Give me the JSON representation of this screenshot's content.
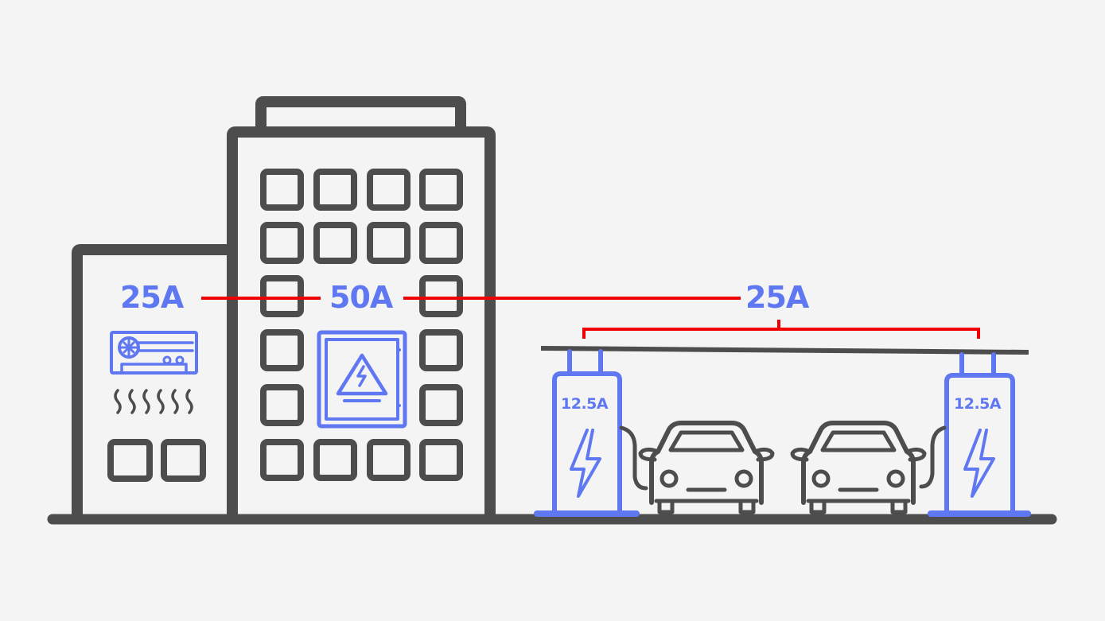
{
  "diagram": {
    "title": "",
    "colors": {
      "background": "#f4f4f4",
      "outline": "#4d4d4d",
      "accent": "#5f78f2",
      "connector": "#f00000"
    },
    "labels": {
      "building_small_current": "25A",
      "building_main_current": "50A",
      "carport_current": "25A",
      "charger_left_current": "12.5A",
      "charger_right_current": "12.5A"
    },
    "icons": {
      "air_conditioner": "air-conditioner-icon",
      "electrical_panel": "high-voltage-panel-icon",
      "charger_bolt": "lightning-bolt-icon",
      "car": "car-front-icon",
      "heat": "heat-waves-icon"
    }
  }
}
